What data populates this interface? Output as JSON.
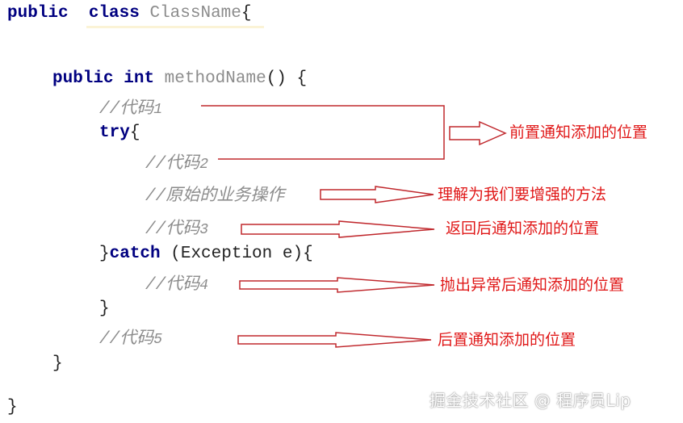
{
  "code": {
    "line1": {
      "kw1": "public",
      "kw2": "class",
      "name": "ClassName",
      "brace": "{"
    },
    "line2": {
      "kw1": "public",
      "kw2": "int",
      "name": "methodName",
      "parens": "()",
      "brace": "{"
    },
    "comment1": {
      "prefix": "//",
      "text": "代码",
      "num": "1"
    },
    "try_line": {
      "kw": "try",
      "brace": "{"
    },
    "comment2": {
      "prefix": "//",
      "text": "代码",
      "num": "2"
    },
    "comment_original": {
      "prefix": "//",
      "text": "原始的业务操作"
    },
    "comment3": {
      "prefix": "//",
      "text": "代码",
      "num": "3"
    },
    "catch_line": {
      "brace_close": "}",
      "kw": "catch",
      "params": "(Exception e)",
      "brace": "{"
    },
    "comment4": {
      "prefix": "//",
      "text": "代码",
      "num": "4"
    },
    "close_catch": "}",
    "comment5": {
      "prefix": "//",
      "text": "代码",
      "num": "5"
    },
    "close_method": "}",
    "close_class": "}"
  },
  "annotations": {
    "before": "前置通知添加的位置",
    "target": "理解为我们要增强的方法",
    "after_returning": "返回后通知添加的位置",
    "after_throwing": "抛出异常后通知添加的位置",
    "after": "后置通知添加的位置"
  },
  "watermark": "掘金技术社区 @ 程序员Lip",
  "colors": {
    "keyword": "#000080",
    "comment": "#8c8c8c",
    "annotation": "#e01818",
    "arrow": "#c0282d"
  }
}
